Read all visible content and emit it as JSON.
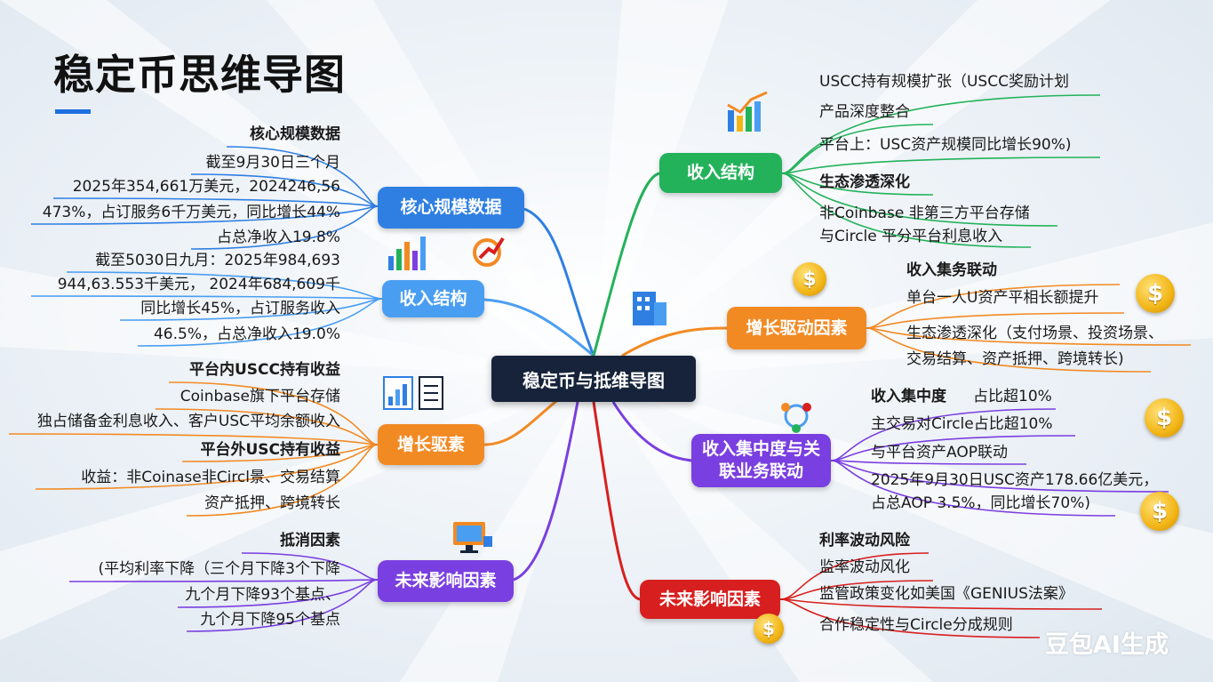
{
  "title": "稳定币思维导图",
  "center": "稳定币与抵维导图",
  "watermark": "豆包AI生成",
  "colors": {
    "blue": "#2f7fe3",
    "lightblue": "#4a9ef2",
    "orange": "#f28a24",
    "purple": "#7a3fe0",
    "green": "#23b25a",
    "red": "#d81f1f",
    "center": "#16233a"
  },
  "left": {
    "core": {
      "label": "核心规模数据",
      "leaves": [
        "核心规模数据",
        "截至9月30日三个月",
        "2025年354,661万美元，2024246,56",
        "473%，占订服务6千万美元，同比增长44%",
        "占总净收入19.8%",
        "截至5030日九月：2025年984,693",
        "944,63.553千美元，  2024年684,609千",
        "同比增长45%，占订服务收入",
        "46.5%，占总净收入19.0%"
      ]
    },
    "revenue": {
      "label": "收入结构"
    },
    "growth": {
      "label": "增长驱素",
      "leaves": [
        "平台内USCC持有收益",
        "Coinbase旗下平台存储",
        "独占储备金利息收入、客户USC平均余额收入",
        "平台外USC持有收益",
        "收益：非Coinase非Circl景、交易结算",
        "资产抵押、跨境转长"
      ]
    },
    "future": {
      "label": "未来影响因素",
      "leaves": [
        "抵消因素",
        "(平均利率下降（三个月下降3个下降",
        "九个月下降93个基点、",
        "九个月下降95个基点"
      ]
    }
  },
  "right": {
    "revenue": {
      "label": "收入结构",
      "leaves": [
        "USCC持有规模扩张（USCC奖励计划",
        "产品深度整合",
        "平台上：USC资产规模同比增长90%)",
        "生态渗透深化",
        "非Coinbase 非第三方平台存储",
        "与Circle 平分平台利息收入"
      ]
    },
    "growth": {
      "label": "增长驱动因素",
      "leaves": [
        "收入集务联动",
        "单台一人U资产平相长额提升",
        "生态渗透深化（支付场景、投资场景、",
        "交易结算、资产抵押、跨境转长)"
      ]
    },
    "concentration": {
      "label": "收入集中度与关联业务联动",
      "leaves": [
        "收入集中度",
        "占比超10%",
        "主交易对Circle占比超10%",
        "与平台资产AOP联动",
        "2025年9月30日USC资产178.66亿美元，",
        "占总AOP 3.5%，同比增长70%)"
      ]
    },
    "future": {
      "label": "未来影响因素",
      "leaves": [
        "利率波动风险",
        "监率波动风化",
        "监管政策变化如美国《GENIUS法案》",
        "合作稳定性与Circle分成规则"
      ]
    }
  },
  "icons": {
    "coin": "$"
  }
}
